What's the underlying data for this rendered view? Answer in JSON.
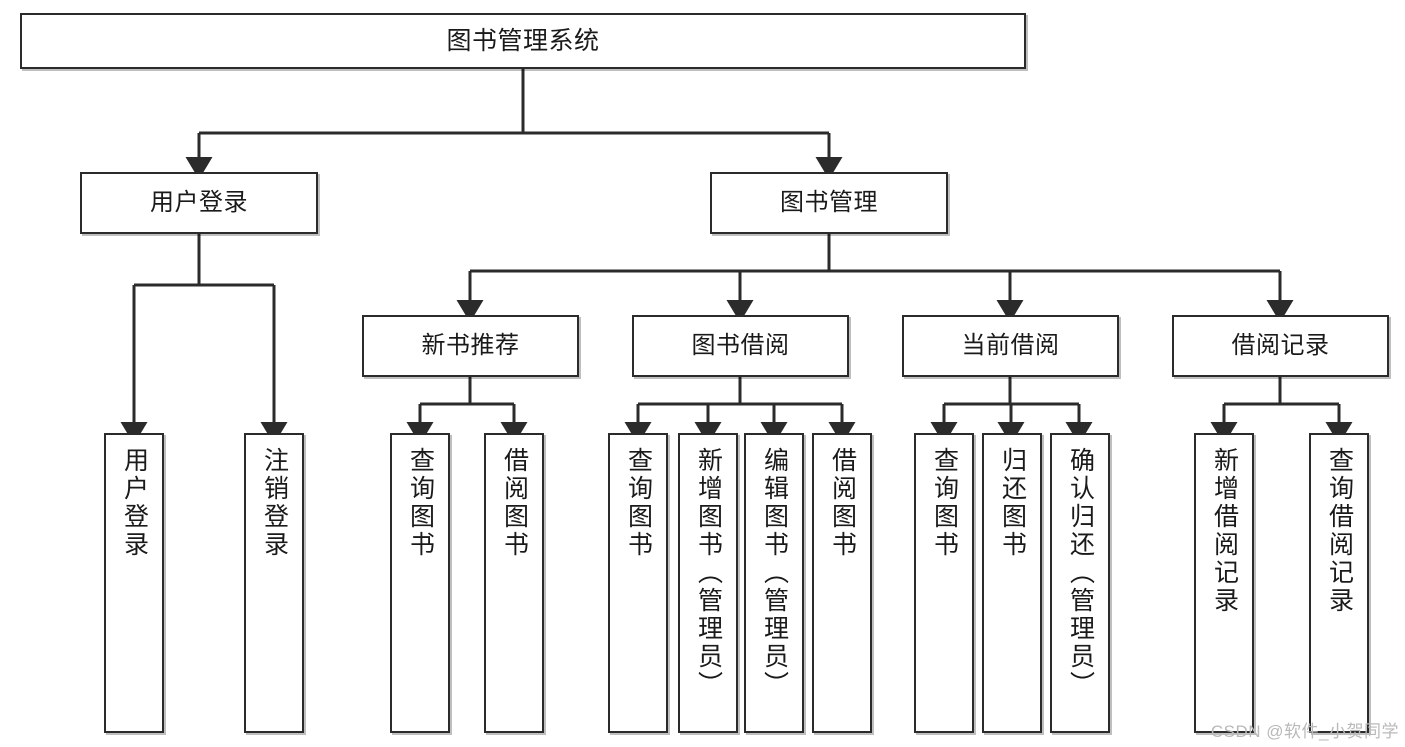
{
  "diagram": {
    "title": "图书管理系统",
    "watermark": "CSDN @软件_小贺同学",
    "colors": {
      "stroke": "#2b2b2b",
      "box_fill": "#ffffff",
      "text": "#1a1a1a",
      "watermark": "#b9b9b9",
      "background": "#ffffff"
    },
    "root": {
      "label": "图书管理系统"
    },
    "level2": [
      {
        "label": "用户登录"
      },
      {
        "label": "图书管理"
      }
    ],
    "level3": [
      {
        "label": "新书推荐"
      },
      {
        "label": "图书借阅"
      },
      {
        "label": "当前借阅"
      },
      {
        "label": "借阅记录"
      }
    ],
    "leaves": {
      "user_login": [
        {
          "label": "用户登录"
        },
        {
          "label": "注销登录"
        }
      ],
      "new_book": [
        {
          "label": "查询图书"
        },
        {
          "label": "借阅图书"
        }
      ],
      "book_borrow": [
        {
          "label": "查询图书"
        },
        {
          "label": "新增图书（管理员）"
        },
        {
          "label": "编辑图书（管理员）"
        },
        {
          "label": "借阅图书"
        }
      ],
      "current_borrow": [
        {
          "label": "查询图书"
        },
        {
          "label": "归还图书"
        },
        {
          "label": "确认归还（管理员）"
        }
      ],
      "borrow_record": [
        {
          "label": "新增借阅记录"
        },
        {
          "label": "查询借阅记录"
        }
      ]
    }
  }
}
